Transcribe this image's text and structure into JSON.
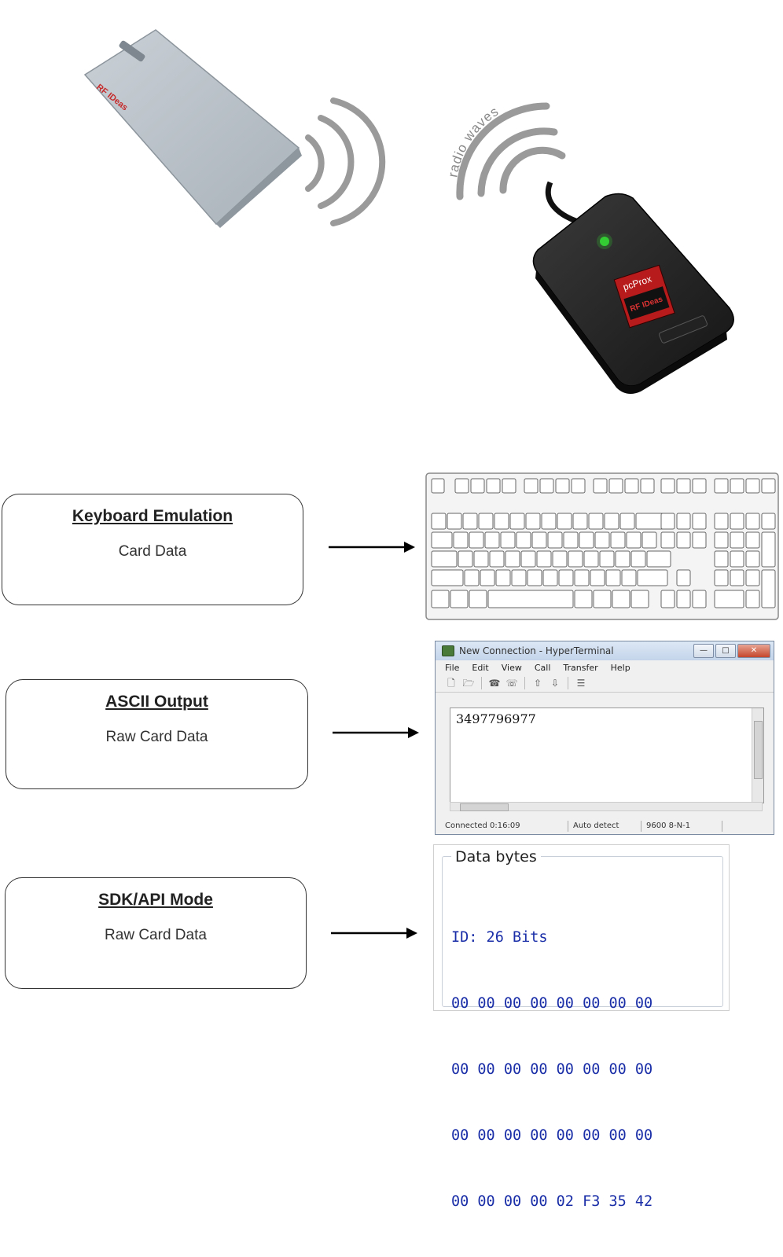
{
  "illustration": {
    "card_brand": "RF IDeas",
    "radio_label": "radio waves",
    "reader_brand": "pcProx",
    "reader_logo": "RF IDeas"
  },
  "modes": [
    {
      "title": "Keyboard Emulation",
      "subtitle": "Card Data"
    },
    {
      "title": "ASCII Output",
      "subtitle": "Raw Card Data"
    },
    {
      "title": "SDK/API Mode",
      "subtitle": "Raw Card Data"
    }
  ],
  "hyperterminal": {
    "window_title": "New Connection - HyperTerminal",
    "menu": [
      "File",
      "Edit",
      "View",
      "Call",
      "Transfer",
      "Help"
    ],
    "output_text": "3497796977",
    "status": [
      "Connected 0:16:09",
      "Auto detect",
      "9600 8-N-1"
    ]
  },
  "data_bytes": {
    "legend": "Data bytes",
    "id_line": "ID: 26 Bits",
    "rows": [
      "00 00 00 00 00 00 00 00",
      "00 00 00 00 00 00 00 00",
      "00 00 00 00 00 00 00 00",
      "00 00 00 00 02 F3 35 42"
    ]
  }
}
